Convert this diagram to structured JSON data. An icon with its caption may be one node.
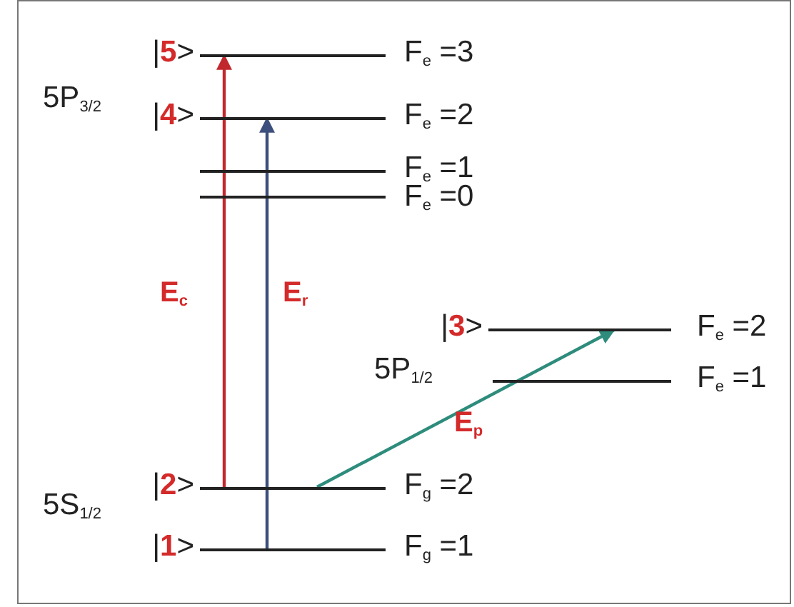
{
  "diagram": {
    "nodes": [
      {
        "text": [],
        "shape": "bar",
        "beside": [
          "|**5**>",
          "F$_{e}$ =3"
        ]
      },
      {
        "text": [],
        "shape": "bar",
        "beside": [
          "|**4**>",
          "F$_{e}$ =2"
        ]
      },
      {
        "text": [],
        "shape": "bar",
        "beside": [
          "F$_{e}$ =1"
        ]
      },
      {
        "text": [],
        "shape": "bar",
        "beside": [
          "F$_{e}$ =0"
        ]
      },
      {
        "text": [],
        "shape": "bar",
        "beside": [
          "|**3**>",
          "F$_{e}$ =2"
        ]
      },
      {
        "text": [],
        "shape": "bar",
        "beside": [
          "F$_{e}$ =1"
        ]
      },
      {
        "text": [],
        "shape": "bar",
        "beside": [
          "|**2**>",
          "F$_{g}$ =2"
        ]
      },
      {
        "text": [],
        "shape": "bar",
        "beside": [
          "|**1**>",
          "F$_{g}$ =1"
        ]
      }
    ],
    "edges": [
      {
        "from": 6,
        "to": 0,
        "arrow": "to",
        "label": "E$_{c}$",
        "color": "#c0282d"
      },
      {
        "from": 7,
        "to": 1,
        "arrow": "to",
        "label": "E$_{r}$",
        "color": "#3d4f7c"
      },
      {
        "from": 6,
        "to": 4,
        "arrow": "to",
        "label": "E$_{p}$",
        "color": "#2e8c7c"
      }
    ],
    "labels": [
      "5P$_{3/2}$",
      "5P$_{1/2}$",
      "5S$_{1/2}$"
    ]
  }
}
